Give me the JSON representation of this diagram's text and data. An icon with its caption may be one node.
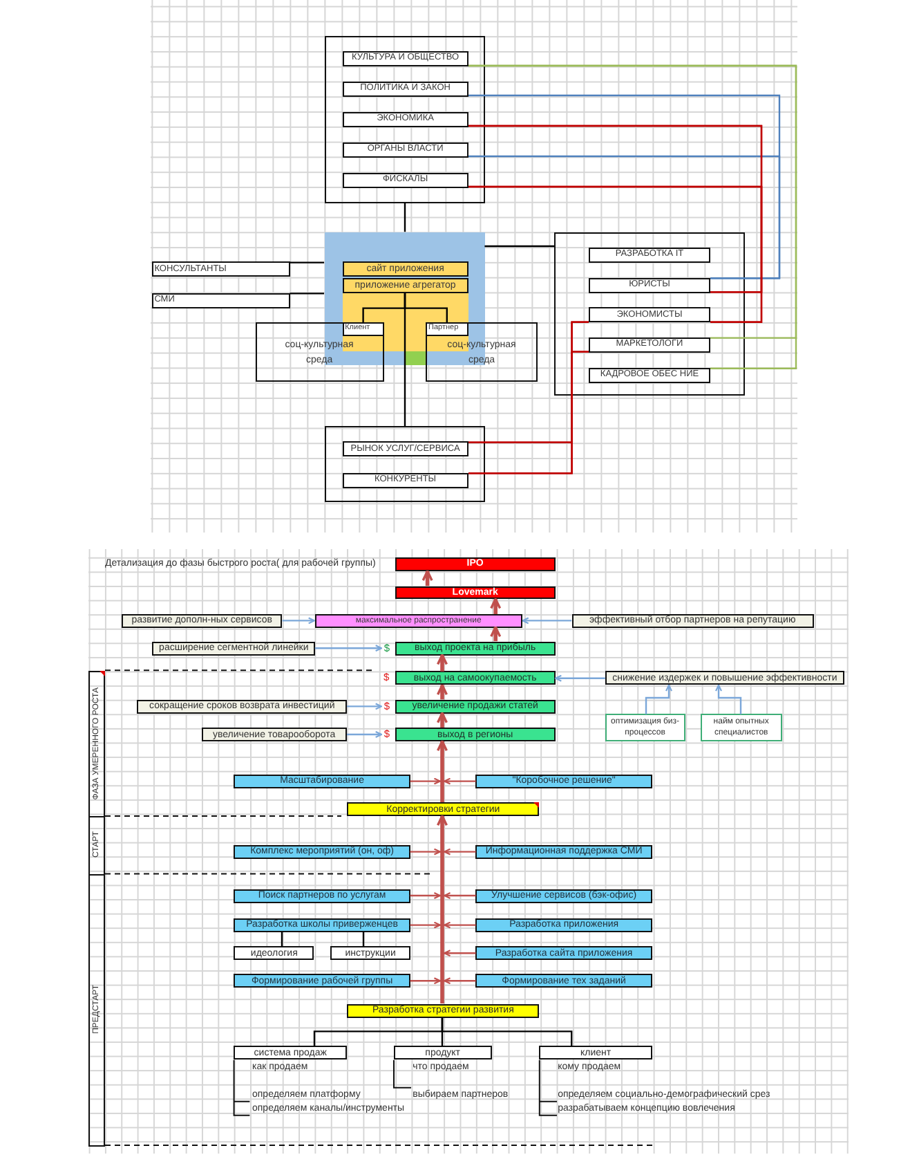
{
  "diagram": {
    "nodes": [
      {
        "text": [],
        "shape": "box"
      },
      {
        "text": [
          "КУЛЬТУРА И ОБЩЕСТВО"
        ],
        "in": 0
      },
      {
        "text": [
          "ПОЛИТИКА И ЗАКОН"
        ],
        "in": 0
      },
      {
        "text": [
          "ЭКОНОМИКА"
        ],
        "in": 0
      },
      {
        "text": [
          "ОРГАНЫ ВЛАСТИ"
        ],
        "in": 0
      },
      {
        "text": [
          "ФИСКАЛЫ"
        ],
        "in": 0
      },
      {
        "text": [],
        "shape": "box"
      },
      {
        "text": [
          "сайт приложения"
        ],
        "in": 6
      },
      {
        "text": [
          "приложение агрегатор"
        ],
        "in": 6
      },
      {
        "text": [
          "КОНСУЛЬТАНТЫ"
        ]
      },
      {
        "text": [
          "СМИ"
        ]
      },
      {
        "text": [],
        "shape": "box"
      },
      {
        "text": [
          "РАЗРАБОТКА IT"
        ],
        "in": 11
      },
      {
        "text": [
          "ЮРИСТЫ"
        ],
        "in": 11
      },
      {
        "text": [
          "ЭКОНОМИСТЫ"
        ],
        "in": 11
      },
      {
        "text": [
          "МАРКЕТОЛОГИ"
        ],
        "in": 11
      },
      {
        "text": [
          "КАДРОВОЕ ОБЕС НИЕ"
        ],
        "in": 11
      },
      {
        "text": [
          "соц-культурная среда"
        ]
      },
      {
        "text": [
          "Клиент"
        ]
      },
      {
        "text": [
          "соц-культурная среда"
        ]
      },
      {
        "text": [
          "Партнер"
        ]
      },
      {
        "text": [],
        "shape": "box"
      },
      {
        "text": [
          "РЫНОК УСЛУГ/СЕРВИСА"
        ],
        "in": 21
      },
      {
        "text": [
          "КОНКУРЕНТЫ"
        ],
        "in": 21
      },
      {
        "text": [
          "IPO"
        ]
      },
      {
        "text": [
          "Lovemark"
        ]
      },
      {
        "text": [
          "развитие дополн-ных сервисов"
        ]
      },
      {
        "text": [
          "максимальное распространение"
        ]
      },
      {
        "text": [
          "эффективный отбор партнеров на репутацию"
        ]
      },
      {
        "text": [
          "расширение сегментной линейки"
        ]
      },
      {
        "text": [
          "$"
        ]
      },
      {
        "text": [
          "выход проекта на прибыль"
        ]
      },
      {
        "text": [
          "ФАЗА УМЕРЕННОГО РОСТА"
        ]
      },
      {
        "text": [
          "выход на самоокупаемость"
        ],
        "beside": [
          "$"
        ]
      },
      {
        "text": [
          "снижение издержек и повышение эффективности"
        ]
      },
      {
        "text": [
          "сокращение сроков возврата инвестиций"
        ]
      },
      {
        "text": [
          "$"
        ]
      },
      {
        "text": [
          "увеличение продажи статей"
        ]
      },
      {
        "text": [
          "оптимизация биз-процессов"
        ]
      },
      {
        "text": [
          "найм опытных специалистов"
        ]
      },
      {
        "text": [
          "увеличение товарооборота"
        ]
      },
      {
        "text": [
          "$"
        ]
      },
      {
        "text": [
          "выход в регионы"
        ]
      },
      {
        "text": [
          "Масштабирование"
        ]
      },
      {
        "text": [
          "\"Коробочное решение\""
        ]
      },
      {
        "text": [
          "Корректировки стратегии"
        ]
      },
      {
        "text": [
          "СТАРТ"
        ]
      },
      {
        "text": [
          "Комплекс мероприятий (он, оф)"
        ]
      },
      {
        "text": [
          "Информационная поддержка СМИ"
        ]
      },
      {
        "text": [
          "ПРЕДСТАРТ"
        ]
      },
      {
        "text": [
          "Поиск партнеров по услугам"
        ]
      },
      {
        "text": [
          "Улучшение сервисов (бэк-офис)"
        ]
      },
      {
        "text": [
          "Разработка школы приверженцев"
        ]
      },
      {
        "text": [
          "Разработка приложения"
        ]
      },
      {
        "text": [
          "идеология"
        ]
      },
      {
        "text": [
          "инструкции"
        ]
      },
      {
        "text": [
          "Разработка сайта приложения"
        ]
      },
      {
        "text": [
          "Формирование рабочей группы"
        ]
      },
      {
        "text": [
          "Формирование тех заданий"
        ]
      },
      {
        "text": [
          "Разработка стратегии развития"
        ]
      },
      {
        "text": [
          "система продаж"
        ],
        "beside": [
          "как продаем",
          "определяем платформу",
          "определяем каналы/инструменты"
        ]
      },
      {
        "text": [
          "продукт"
        ],
        "beside": [
          "что продаем",
          "выбираем партнеров"
        ]
      },
      {
        "text": [
          "клиент"
        ],
        "beside": [
          "кому продаем",
          "определяем социально-демографический срез",
          "разрабатываем концепцию вовлечения"
        ]
      }
    ],
    "edges": [
      {
        "from": 0,
        "to": 6,
        "arrow": "none",
        "color": "#000000"
      },
      {
        "from": 6,
        "to": 9,
        "arrow": "none",
        "color": "#000000"
      },
      {
        "from": 6,
        "to": 10,
        "arrow": "none",
        "color": "#000000"
      },
      {
        "from": 6,
        "to": 11,
        "arrow": "none",
        "color": "#000000"
      },
      {
        "from": 8,
        "to": 18,
        "arrow": "none",
        "color": "#000000"
      },
      {
        "from": 8,
        "to": 20,
        "arrow": "none",
        "color": "#000000"
      },
      {
        "from": 8,
        "to": 21,
        "arrow": "none",
        "color": "#000000"
      },
      {
        "from": 1,
        "to": 15,
        "arrow": "none",
        "color": "#9bbb59"
      },
      {
        "from": 1,
        "to": 16,
        "arrow": "none",
        "color": "#9bbb59"
      },
      {
        "from": 2,
        "to": 13,
        "arrow": "none",
        "color": "#4f81bd"
      },
      {
        "from": 4,
        "to": 13,
        "arrow": "none",
        "color": "#4f81bd"
      },
      {
        "from": 3,
        "to": 13,
        "arrow": "none",
        "color": "#c00000"
      },
      {
        "from": 3,
        "to": 14,
        "arrow": "none",
        "color": "#c00000"
      },
      {
        "from": 5,
        "to": 13,
        "arrow": "none",
        "color": "#c00000"
      },
      {
        "from": 5,
        "to": 14,
        "arrow": "none",
        "color": "#c00000"
      },
      {
        "from": 14,
        "to": 22,
        "arrow": "none",
        "color": "#c00000"
      },
      {
        "from": 14,
        "to": 23,
        "arrow": "none",
        "color": "#c00000"
      },
      {
        "from": 15,
        "to": 22,
        "arrow": "none",
        "color": "#c00000"
      },
      {
        "from": 15,
        "to": 23,
        "arrow": "none",
        "color": "#c00000"
      },
      {
        "from": 25,
        "to": 24,
        "arrow": "to",
        "style": "thick"
      },
      {
        "from": 27,
        "to": 25,
        "arrow": "to",
        "style": "thick"
      },
      {
        "from": 31,
        "to": 27,
        "arrow": "to",
        "style": "thick"
      },
      {
        "from": 33,
        "to": 31,
        "arrow": "to",
        "style": "thick"
      },
      {
        "from": 37,
        "to": 33,
        "arrow": "to",
        "style": "thick"
      },
      {
        "from": 42,
        "to": 37,
        "arrow": "to",
        "style": "thick"
      },
      {
        "from": 45,
        "to": 42,
        "arrow": "to",
        "style": "thick"
      },
      {
        "from": 59,
        "to": 45,
        "arrow": "to",
        "style": "thick"
      },
      {
        "from": 26,
        "to": 27,
        "arrow": "to",
        "color": "#7ba7d9"
      },
      {
        "from": 28,
        "to": 27,
        "arrow": "to",
        "color": "#7ba7d9"
      },
      {
        "from": 29,
        "to": 30,
        "arrow": "to",
        "color": "#7ba7d9"
      },
      {
        "from": 34,
        "to": 33,
        "arrow": "to",
        "color": "#7ba7d9"
      },
      {
        "from": 35,
        "to": 36,
        "arrow": "to",
        "color": "#7ba7d9"
      },
      {
        "from": 38,
        "to": 34,
        "arrow": "to",
        "color": "#7ba7d9"
      },
      {
        "from": 39,
        "to": 34,
        "arrow": "to",
        "color": "#7ba7d9"
      },
      {
        "from": 40,
        "to": 41,
        "arrow": "to",
        "color": "#7ba7d9"
      },
      {
        "from": 43,
        "to": 42,
        "arrow": "to"
      },
      {
        "from": 44,
        "to": 42,
        "arrow": "to"
      },
      {
        "from": 47,
        "to": 45,
        "arrow": "to"
      },
      {
        "from": 48,
        "to": 45,
        "arrow": "to"
      },
      {
        "from": 50,
        "to": 45,
        "arrow": "to"
      },
      {
        "from": 51,
        "to": 45,
        "arrow": "to"
      },
      {
        "from": 52,
        "to": 45,
        "arrow": "to"
      },
      {
        "from": 53,
        "to": 45,
        "arrow": "to"
      },
      {
        "from": 56,
        "to": 45,
        "arrow": "to"
      },
      {
        "from": 57,
        "to": 45,
        "arrow": "to"
      },
      {
        "from": 58,
        "to": 45,
        "arrow": "to"
      },
      {
        "from": 52,
        "to": 54,
        "arrow": "none",
        "color": "#000000"
      },
      {
        "from": 52,
        "to": 55,
        "arrow": "none",
        "color": "#000000"
      },
      {
        "from": 59,
        "to": 60,
        "arrow": "none",
        "color": "#000000"
      },
      {
        "from": 59,
        "to": 61,
        "arrow": "none",
        "color": "#000000"
      },
      {
        "from": 59,
        "to": 62,
        "arrow": "none",
        "color": "#000000"
      }
    ],
    "labels": [
      "Детализация до фазы быстрого роста( для рабочей группы)"
    ]
  }
}
